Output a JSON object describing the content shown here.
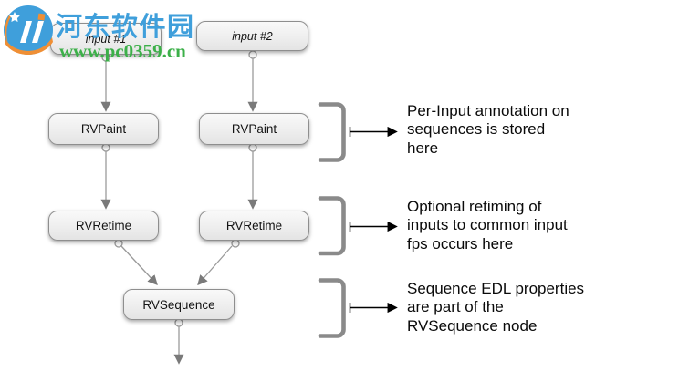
{
  "watermark": {
    "logo_icon": "hedong-software-park-logo",
    "site_name": "河东软件园",
    "site_url": "www.pc0359.cn",
    "colors": {
      "title_blue": "#3f9fdb",
      "logo_orange": "#ef8f35",
      "url_green": "#3cb049"
    }
  },
  "diagram": {
    "nodes": [
      {
        "id": "input1",
        "label": "input #1"
      },
      {
        "id": "input2",
        "label": "input #2"
      },
      {
        "id": "paint1",
        "label": "RVPaint"
      },
      {
        "id": "paint2",
        "label": "RVPaint"
      },
      {
        "id": "retime1",
        "label": "RVRetime"
      },
      {
        "id": "retime2",
        "label": "RVRetime"
      },
      {
        "id": "sequence",
        "label": "RVSequence"
      }
    ],
    "edges": [
      "input1->paint1",
      "input2->paint2",
      "paint1->retime1",
      "paint2->retime2",
      "retime1->sequence",
      "retime2->sequence",
      "sequence->out"
    ],
    "annotations": [
      {
        "text": "Per-Input annotation on\nsequences is stored\nhere"
      },
      {
        "text": "Optional retiming of\ninputs to common input\nfps occurs here"
      },
      {
        "text": "Sequence EDL  properties\nare part of the\nRVSequence node"
      }
    ],
    "colors": {
      "node_border": "#8e8e8e",
      "node_fill_top": "#f9f9f9",
      "node_fill_bottom": "#e4e4e4",
      "edge_gray": "#9a9a9a",
      "arrowhead_gray": "#7a7a7a",
      "bracket_gray": "#8a8a8a",
      "annotation_arrow_black": "#000000",
      "text_black": "#0a0a0a"
    }
  }
}
